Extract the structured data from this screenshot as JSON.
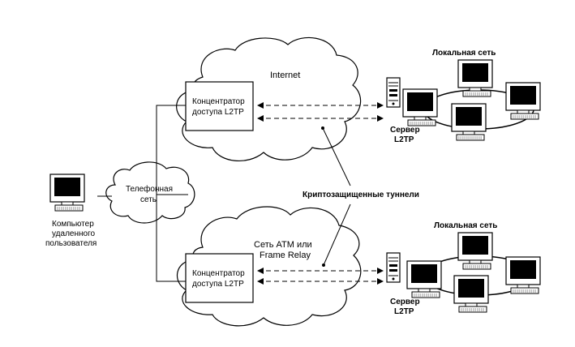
{
  "remote_user": {
    "line1": "Компьютер",
    "line2": "удаленного",
    "line3": "пользователя"
  },
  "phone_network": {
    "line1": "Телефонная",
    "line2": "сеть"
  },
  "top_cloud": {
    "label": "Internet",
    "concentrator_line1": "Концентратор",
    "concentrator_line2": "доступа L2TP",
    "server_line1": "Сервер",
    "server_line2": "L2TP",
    "lan_label": "Локальная сеть"
  },
  "bottom_cloud": {
    "label_line1": "Сеть АТМ или",
    "label_line2": "Frame Relay",
    "concentrator_line1": "Концентратор",
    "concentrator_line2": "доступа L2TP",
    "server_line1": "Сервер",
    "server_line2": "L2TP",
    "lan_label": "Локальная сеть"
  },
  "tunnels_label": "Криптозащищенные туннели"
}
